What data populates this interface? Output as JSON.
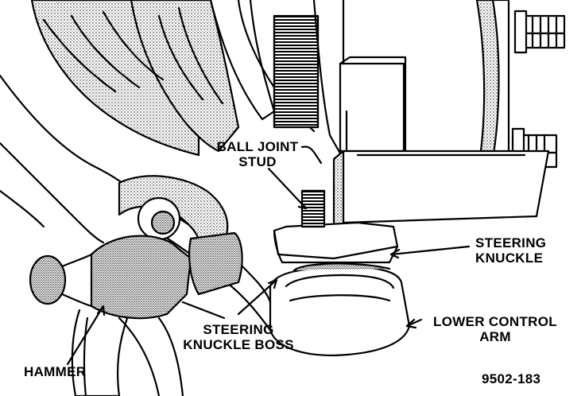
{
  "labels": {
    "ball_joint_stud": "BALL JOINT\nSTUD",
    "steering_knuckle": "STEERING\nKNUCKLE",
    "lower_control_arm": "LOWER CONTROL\nARM",
    "steering_knuckle_boss": "STEERING\nKNUCKLE BOSS",
    "hammer": "HAMMER",
    "figure_number": "9502-183"
  }
}
